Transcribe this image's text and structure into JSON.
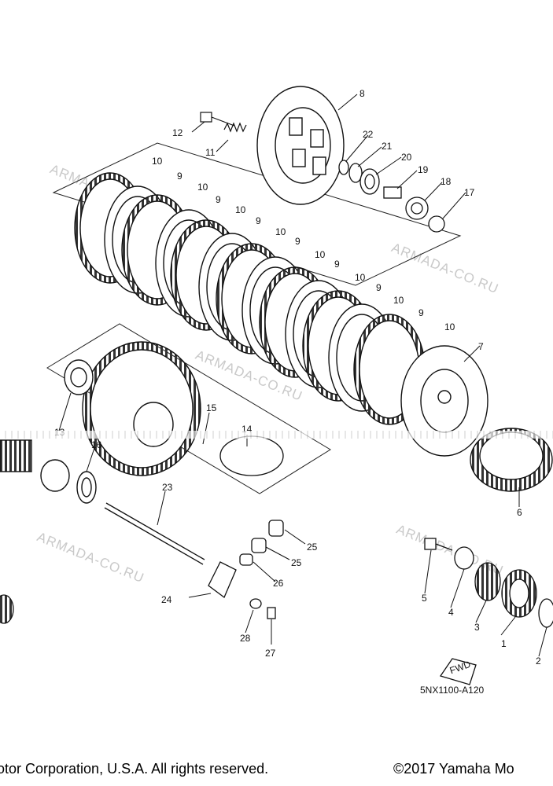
{
  "watermark": "ARMADA-CO.RU",
  "diagram_code": "5NX1100-A120",
  "fwd_label": "FWD",
  "footer": {
    "left": "otor Corporation, U.S.A. All rights reserved.",
    "right": "©2017 Yamaha Mo"
  },
  "callouts": [
    "1",
    "2",
    "3",
    "4",
    "5",
    "6",
    "7",
    "8",
    "9",
    "10",
    "11",
    "12",
    "13",
    "14",
    "15",
    "16",
    "17",
    "18",
    "19",
    "20",
    "21",
    "22",
    "23",
    "24",
    "25",
    "26",
    "27",
    "28"
  ],
  "plate_labels": {
    "friction": "10",
    "steel": "9"
  }
}
